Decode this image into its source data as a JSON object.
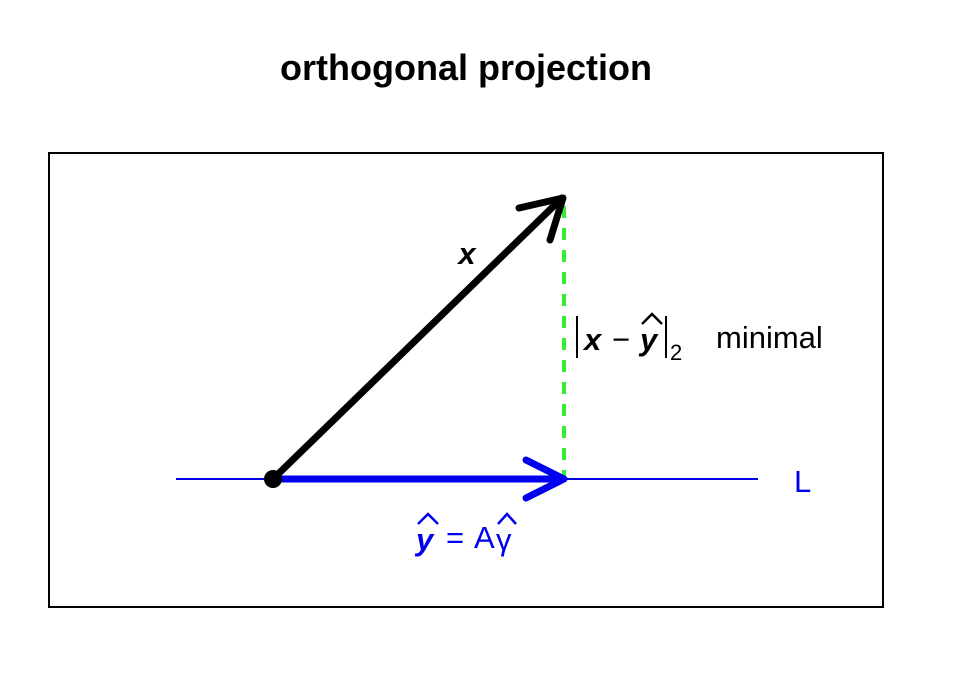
{
  "title": "orthogonal projection",
  "labels": {
    "x_vector": "x",
    "norm_expression": {
      "lhs": "x",
      "minus": "−",
      "rhs": "y",
      "subscript": "2",
      "suffix": "minimal"
    },
    "projection_expression": {
      "lhs": "y",
      "equals": "=",
      "operator": "A",
      "rhs": "γ"
    },
    "line_label": "L"
  },
  "colors": {
    "axis_line": "#0000ee",
    "projection": "#0000ee",
    "vector_x": "#000000",
    "orthogonal_residual": "#33ee33",
    "frame": "#000000"
  }
}
